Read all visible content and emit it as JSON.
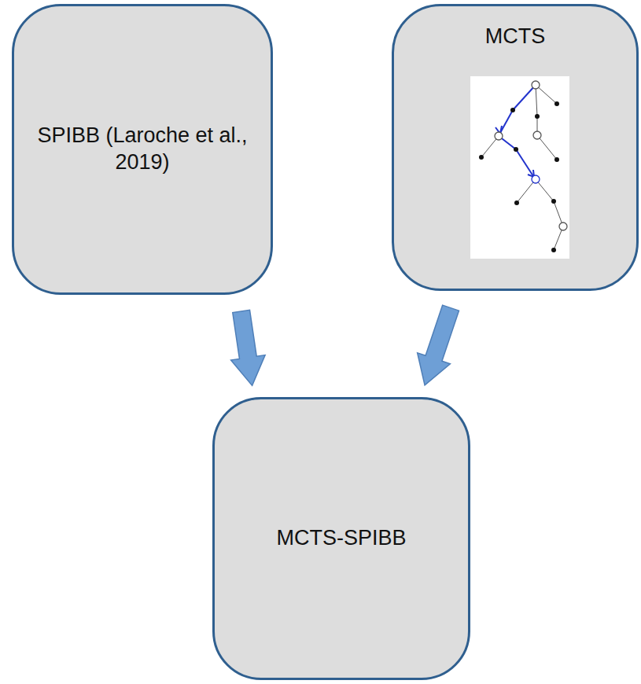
{
  "diagram": {
    "nodes": [
      {
        "text": [
          "SPIBB (Laroche et al., 2019)"
        ]
      },
      {
        "text": [
          "MCTS"
        ]
      },
      {
        "text": [
          "MCTS-SPIBB"
        ]
      }
    ],
    "edges": [
      {
        "from": 0,
        "to": 2,
        "arrow": "to"
      },
      {
        "from": 1,
        "to": 2,
        "arrow": "to"
      }
    ]
  }
}
